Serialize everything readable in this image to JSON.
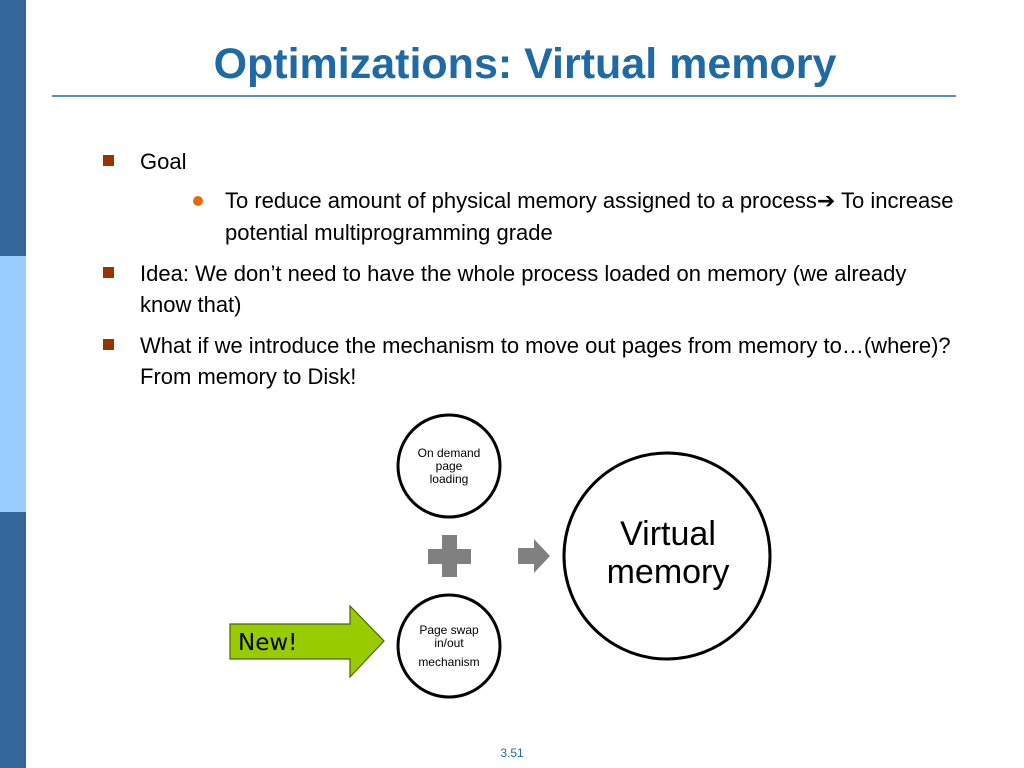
{
  "slide": {
    "title": "Optimizations: Virtual memory",
    "page_number": "3.51"
  },
  "bullets": {
    "goal": "Goal",
    "goal_sub_part1": "To reduce amount of physical memory assigned to a process",
    "goal_sub_arrow": "➔",
    "goal_sub_part2": " To increase potential multiprogramming grade",
    "idea": "Idea: We don’t need to have the whole process loaded on memory (we already know that)",
    "what_if": "What if we introduce the mechanism to move out pages from memory to…(where)? From memory to Disk!"
  },
  "diagram": {
    "on_demand_line1": "On demand",
    "on_demand_line2": "page",
    "on_demand_line3": "loading",
    "page_swap_line1": "Page swap",
    "page_swap_line2": "in/out",
    "page_swap_line3": "mechanism",
    "virtual_line1": "Virtual",
    "virtual_line2": "memory",
    "new_label": "New!",
    "colors": {
      "arrow_fill": "#99cc00",
      "plus_gray": "#808080",
      "circle_stroke": "#000000"
    }
  },
  "theme": {
    "title_color": "#1f6aa5",
    "sidebar_dark": "#336699",
    "sidebar_light": "#99ccff",
    "bullet_square": "#993300",
    "bullet_dot": "#e46c0a"
  }
}
